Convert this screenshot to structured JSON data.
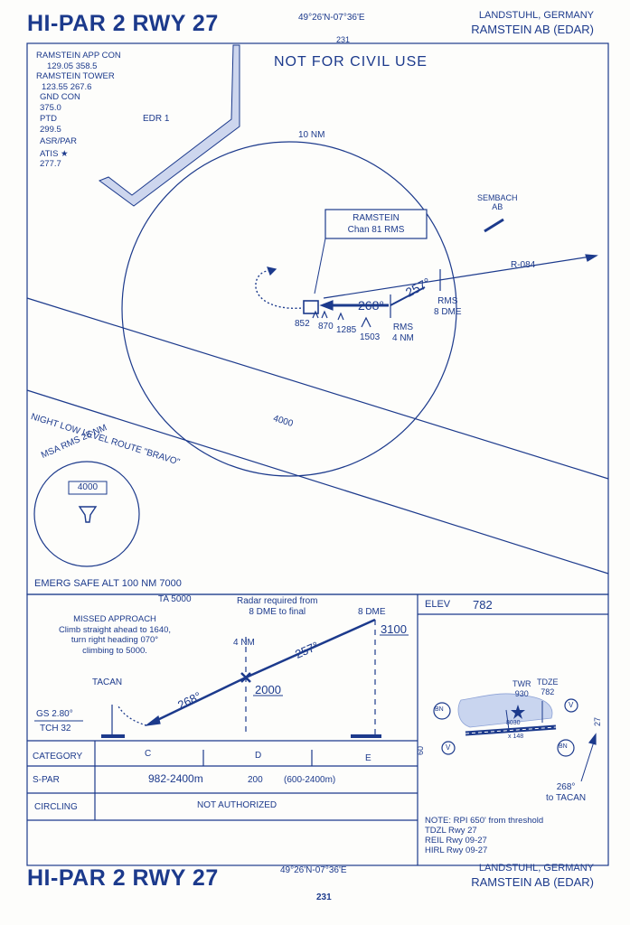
{
  "header": {
    "title": "HI-PAR 2 RWY 27",
    "coords": "49°26'N-07°36'E",
    "page": "231",
    "city": "LANDSTUHL, GERMANY",
    "airport": "RAMSTEIN AB (EDAR)"
  },
  "plan": {
    "banner": "NOT FOR CIVIL USE",
    "comms": [
      {
        "name": "RAMSTEIN APP CON",
        "freq": "129.05  358.5"
      },
      {
        "name": "RAMSTEIN TOWER",
        "freq": "123.55  267.6"
      },
      {
        "name": "GND CON",
        "freq": "375.0"
      },
      {
        "name": "PTD",
        "freq": "299.5"
      },
      {
        "name": "ASR/PAR",
        "freq": ""
      },
      {
        "name": "ATIS ★",
        "freq": "277.7"
      }
    ],
    "edr": "EDR 1",
    "ring_label": "10 NM",
    "sembach": "SEMBACH",
    "sembach_ab": "AB",
    "navaid_name": "RAMSTEIN",
    "navaid_chan": "Chan 81 RMS",
    "radial": "R-084",
    "course_final": "268°",
    "course_inbound": "257°",
    "fix_8_name": "RMS",
    "fix_8_dist": "8 DME",
    "fix_4_name": "RMS",
    "fix_4_dist": "4 NM",
    "obstacles": [
      "852",
      "870",
      "1285",
      "1503"
    ],
    "route_label": "NIGHT LOW LEVEL ROUTE \"BRAVO\"",
    "alt_4000": "4000",
    "msa_label": "MSA RMS 25 NM",
    "msa_alt": "4000",
    "emerg": "EMERG SAFE ALT 100 NM 7000"
  },
  "profile": {
    "ta": "TA 5000",
    "radar_note_1": "Radar required from",
    "radar_note_2": "8 DME to final",
    "missed_title": "MISSED APPROACH",
    "missed_1": "Climb straight ahead to 1640,",
    "missed_2": "turn right heading 070°",
    "missed_3": "climbing to 5000.",
    "dme8": "8 DME",
    "alt3100": "3100",
    "nm4": "4 NM",
    "alt2000": "2000",
    "course_257": "257°",
    "course_268": "268°",
    "tacan": "TACAN",
    "gs": "GS 2.80°",
    "tch": "TCH 32"
  },
  "minima": {
    "category": "CATEGORY",
    "cat_c": "C",
    "cat_d": "D",
    "cat_e": "E",
    "spar": "S-PAR",
    "spar_min": "982-2400m",
    "spar_hat": "200",
    "spar_alt": "(600-2400m)",
    "circling": "CIRCLING",
    "circling_val": "NOT AUTHORIZED"
  },
  "airport": {
    "elev_label": "ELEV",
    "elev": "782",
    "twr": "TWR",
    "twr_elev": "930",
    "tdze": "TDZE",
    "tdze_val": "782",
    "bn": "BN",
    "v": "V",
    "rwy_len": "8030",
    "rwy_width": "x 148",
    "hdg_60": "60",
    "hdg_27": "27",
    "hdg_268": "268°",
    "to_tacan": "to TACAN",
    "note_1": "NOTE: RPI 650' from threshold",
    "note_2": "TDZL Rwy 27",
    "note_3": "REIL Rwy 09-27",
    "note_4": "HIRL Rwy 09-27"
  },
  "footer": {
    "title": "HI-PAR 2 RWY 27",
    "coords": "49°26'N-07°36'E",
    "city": "LANDSTUHL, GERMANY",
    "airport": "RAMSTEIN AB (EDAR)",
    "page": "231"
  }
}
